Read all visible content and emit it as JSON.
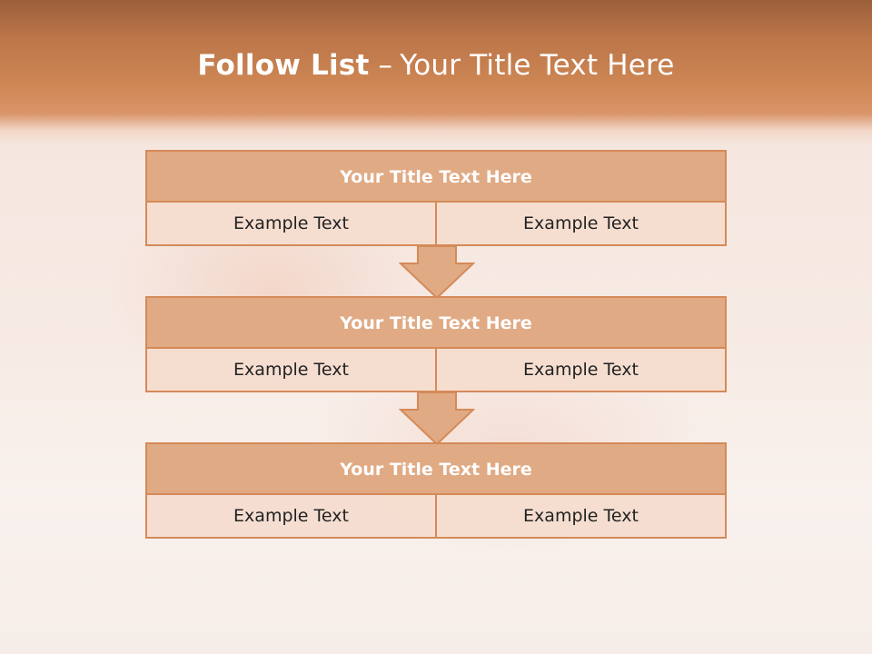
{
  "slide": {
    "title_bold": "Follow List",
    "title_separator": "–",
    "title_rest": "Your Title Text Here"
  },
  "blocks": [
    {
      "title": "Your Title Text Here",
      "left_text": "Example Text",
      "right_text": "Example Text"
    },
    {
      "title": "Your Title Text Here",
      "left_text": "Example Text",
      "right_text": "Example Text"
    },
    {
      "title": "Your Title Text Here",
      "left_text": "Example Text",
      "right_text": "Example Text"
    }
  ],
  "colors": {
    "header_brown": "#bb7548",
    "block_title_fill": "#e0aa84",
    "block_border": "#d58a58",
    "cell_fill": "#f4dcce",
    "arrow_fill": "#e0aa84"
  }
}
